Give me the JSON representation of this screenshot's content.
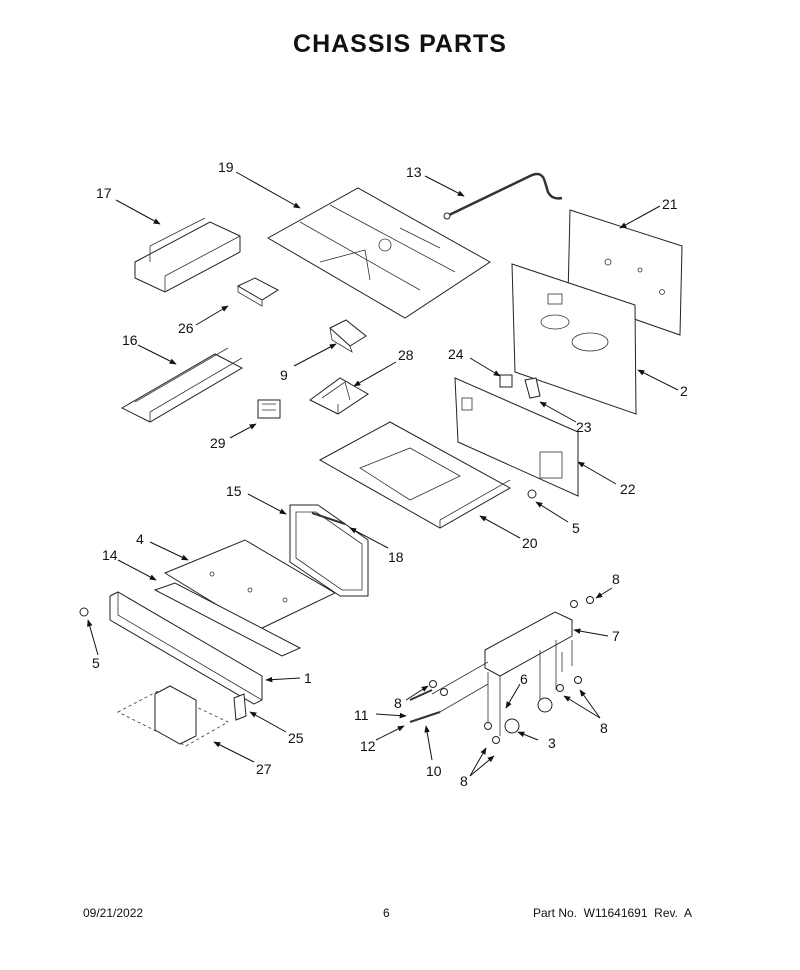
{
  "title": "CHASSIS PARTS",
  "callouts": {
    "c1": "1",
    "c2": "2",
    "c3": "3",
    "c4": "4",
    "c5a": "5",
    "c5b": "5",
    "c6": "6",
    "c7": "7",
    "c8a": "8",
    "c8b": "8",
    "c8c": "8",
    "c8d": "8",
    "c9": "9",
    "c10": "10",
    "c11": "11",
    "c12": "12",
    "c13": "13",
    "c14": "14",
    "c15": "15",
    "c16": "16",
    "c17": "17",
    "c18": "18",
    "c19": "19",
    "c20": "20",
    "c21": "21",
    "c22": "22",
    "c23": "23",
    "c24": "24",
    "c25": "25",
    "c26": "26",
    "c27": "27",
    "c28": "28",
    "c29": "29"
  },
  "footer": {
    "date": "09/21/2022",
    "page": "6",
    "part_number": "Part No.  W11641691  Rev.  A"
  }
}
